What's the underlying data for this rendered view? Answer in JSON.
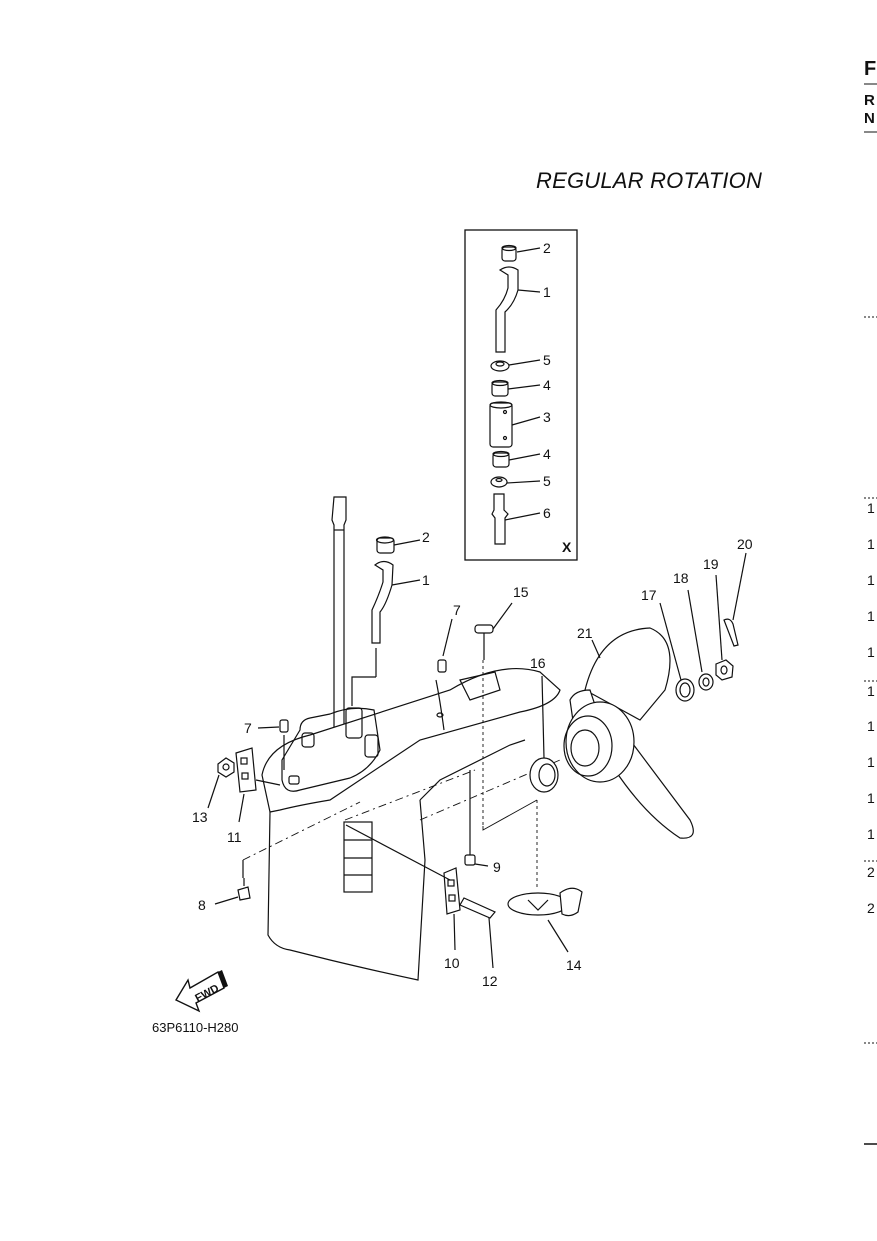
{
  "title": "REGULAR ROTATION",
  "diagram_code": "63P6110-H280",
  "fwd_label": "FWD",
  "inset_label": "X",
  "edge": {
    "top_letter": "F",
    "row_letters": [
      "R",
      "N"
    ],
    "numbers": [
      "1",
      "1",
      "1",
      "1",
      "1",
      "1",
      "1",
      "1",
      "1",
      "1",
      "2",
      "2"
    ]
  },
  "callouts": {
    "c1a": "2",
    "c1b": "1",
    "c1c": "5",
    "c1d": "4",
    "c1e": "3",
    "c1f": "4",
    "c1g": "5",
    "c1h": "6",
    "c2": "2",
    "c3": "1",
    "c4": "7",
    "c5": "15",
    "c6": "21",
    "c7": "16",
    "c8": "17",
    "c9": "18",
    "c10": "19",
    "c11": "20",
    "c12": "7",
    "c13": "13",
    "c14": "11",
    "c15": "8",
    "c16": "9",
    "c17": "10",
    "c18": "12",
    "c19": "14"
  },
  "colors": {
    "line": "#111111",
    "background": "#ffffff"
  }
}
